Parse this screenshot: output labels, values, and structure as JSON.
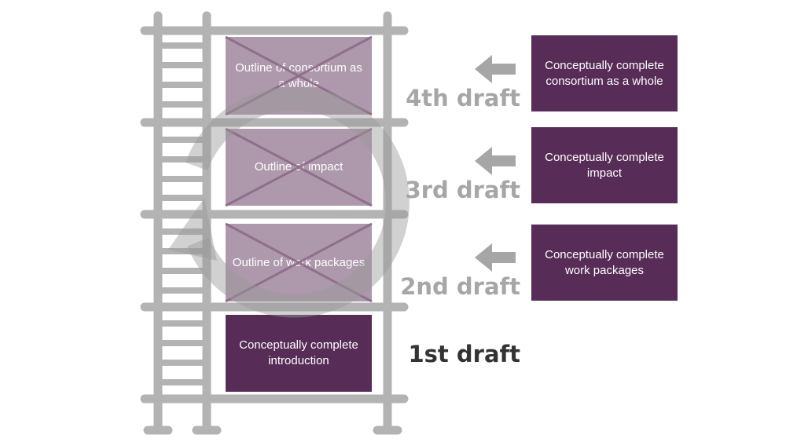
{
  "colors": {
    "scaffold": "#b3b3b3",
    "outline_box": "#7b5879",
    "complete_box": "#572c57",
    "future_draft_text": "#a6a6a6",
    "current_draft_text": "#333333",
    "arrow": "#a6a6a6"
  },
  "levels": [
    {
      "outline_text": "Outline of consortium as a whole",
      "draft_label": "4th draft",
      "complete_text": "Conceptually complete consortium as a whole"
    },
    {
      "outline_text": "Outline of impact",
      "draft_label": "3rd draft",
      "complete_text": "Conceptually complete impact"
    },
    {
      "outline_text": "Outline of work packages",
      "draft_label": "2nd draft",
      "complete_text": "Conceptually complete work packages"
    },
    {
      "outline_text": "Conceptually complete introduction",
      "draft_label": "1st draft"
    }
  ],
  "icons": {
    "arrow": "left-arrow-icon",
    "overlay": "circular-arrow-icon"
  }
}
